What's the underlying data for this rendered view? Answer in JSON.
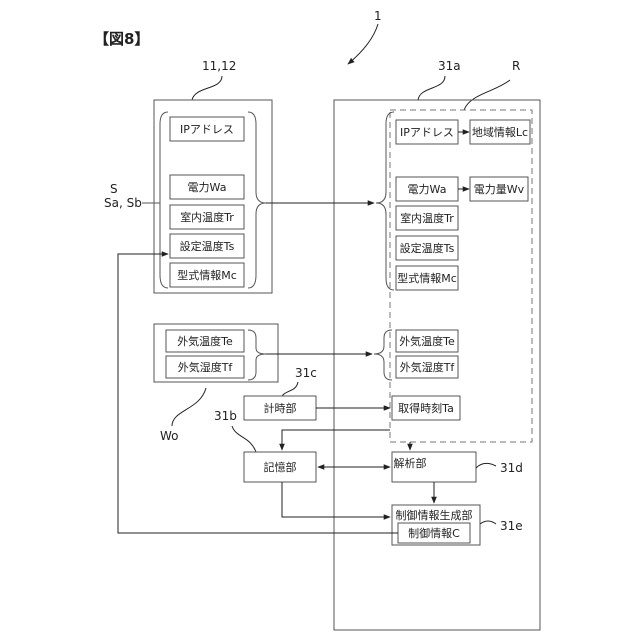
{
  "figure_label": "【図8】",
  "ref": {
    "system": "1",
    "source_device": "11,12",
    "server": "31a",
    "region": "R",
    "signal_s": "S",
    "signal_sab": "Sa, Sb",
    "weather": "Wo",
    "clock": "31c",
    "storage": "31b",
    "analyzer": "31d",
    "generator": "31e"
  },
  "left_box": {
    "ip": "IPアドレス",
    "power": "電力Wa",
    "room_temp": "室内温度Tr",
    "set_temp": "設定温度Ts",
    "model": "型式情報Mc"
  },
  "weather_box": {
    "out_temp": "外気温度Te",
    "out_humid": "外気湿度Tf"
  },
  "right_box": {
    "ip": "IPアドレス",
    "region_info": "地域情報Lc",
    "power": "電力Wa",
    "power_amount": "電力量Wv",
    "room_temp": "室内温度Tr",
    "set_temp": "設定温度Ts",
    "model": "型式情報Mc",
    "out_temp": "外気温度Te",
    "out_humid": "外気湿度Tf",
    "acq_time": "取得時刻Ta",
    "analysis": "解析部",
    "gen_unit": "制御情報生成部",
    "control_info": "制御情報C"
  },
  "clock_label": "計時部",
  "storage_label": "記憶部"
}
